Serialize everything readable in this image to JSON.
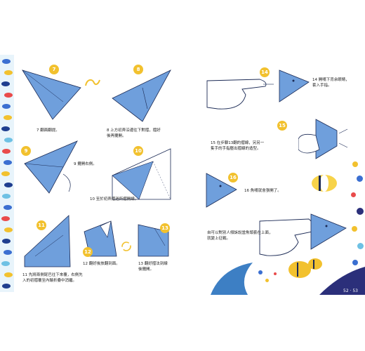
{
  "steps": [
    {
      "num": "7",
      "caption": "7 翻面翻提。"
    },
    {
      "num": "8",
      "caption": "8 上方初弄沿邊往下對摺，摺好\n後再攤開。"
    },
    {
      "num": "9",
      "caption": "9 攤開右側。"
    },
    {
      "num": "10",
      "caption": "10 至於初弄摺過所摺開線。"
    },
    {
      "num": "11",
      "caption": "11 先將兩側尾巴往下來覆，右側先\n入的初摺覆至內輪折疊中消繼。"
    },
    {
      "num": "12",
      "caption": "12 翻好後放翻到面。"
    },
    {
      "num": "13",
      "caption": "13 翻好摺法到線\n後攤開。"
    },
    {
      "num": "14",
      "caption": "14 開嘴下背余眼睛，\n套入手指。"
    },
    {
      "num": "15",
      "caption": "15 在步驟13翻的摺線，另另一\n隻手的手指壓出摺線的造型。"
    },
    {
      "num": "16",
      "caption": "16 魚嘴就會張開了。"
    }
  ],
  "final_note": "自可以對別人傾訴說當魚頭套在上面，\n就變上征戰。",
  "page_number": "52 · 53",
  "colors": {
    "paper_blue": "#6f9fdc",
    "badge": "#f2c12e",
    "wave": "#2b2f7a",
    "shark": "#3d7fc4",
    "line": "#1b2a55"
  }
}
